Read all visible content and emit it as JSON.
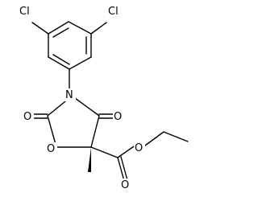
{
  "molecule": {
    "colors": {
      "bond": "#000000",
      "label": "#000000",
      "background": "#ffffff"
    },
    "atoms": {
      "cl_left": "Cl",
      "cl_right": "Cl",
      "n": "N",
      "o_carbonyl_left": "O",
      "o_carbonyl_right": "O",
      "o_ring": "O",
      "o_ester_ether": "O",
      "o_ester_carbonyl": "O"
    }
  }
}
